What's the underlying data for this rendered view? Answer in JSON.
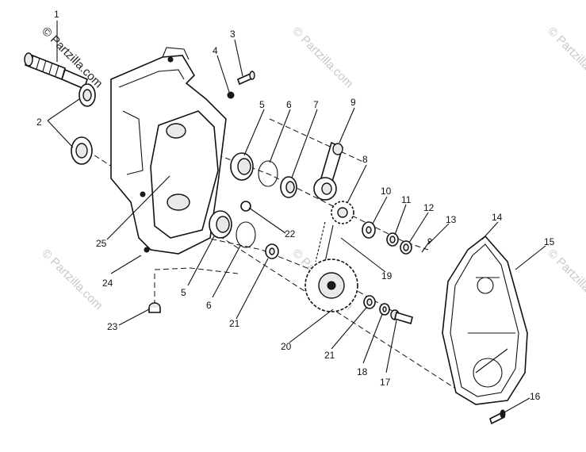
{
  "watermark": {
    "text": "© Partzilla.com"
  },
  "callouts": {
    "c1": "1",
    "c2": "2",
    "c3": "3",
    "c4": "4",
    "c5a": "5",
    "c5b": "5",
    "c6a": "6",
    "c6b": "6",
    "c7": "7",
    "c8": "8",
    "c9": "9",
    "c10": "10",
    "c11": "11",
    "c12": "12",
    "c13": "13",
    "c14": "14",
    "c15": "15",
    "c16": "16",
    "c17": "17",
    "c18": "18",
    "c19": "19",
    "c20": "20",
    "c21a": "21",
    "c21b": "21",
    "c22": "22",
    "c23": "23",
    "c24": "24",
    "c25": "25"
  }
}
